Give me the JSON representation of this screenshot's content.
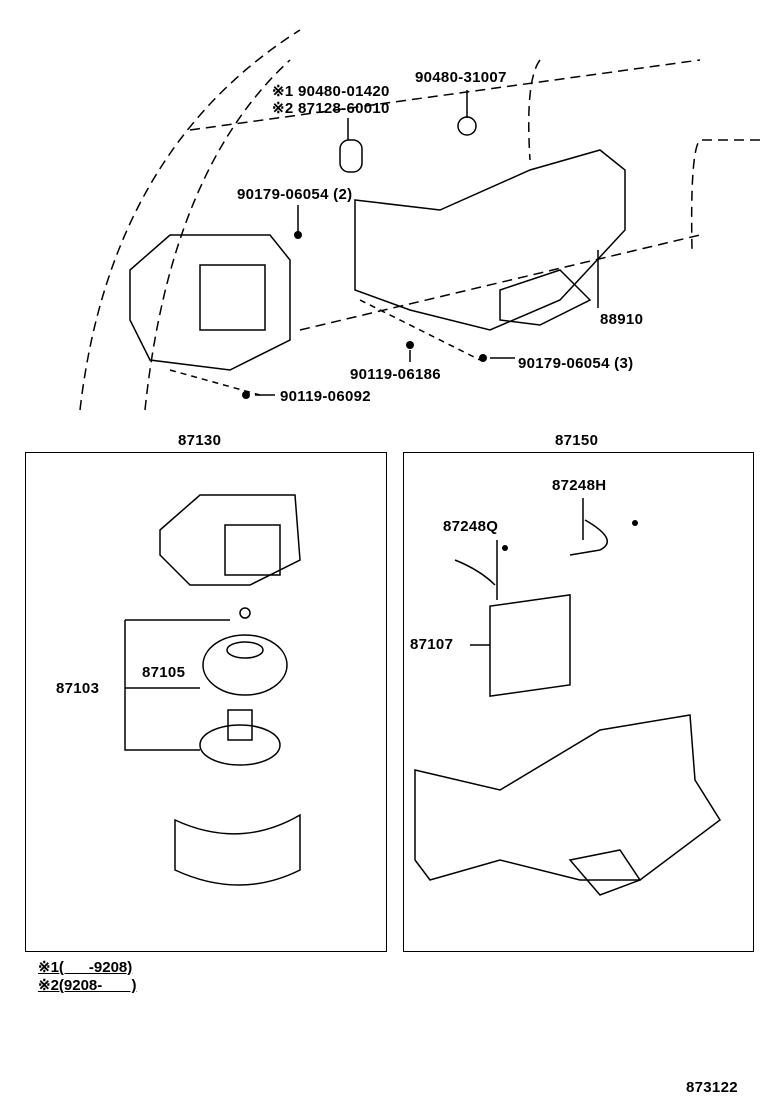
{
  "diagram": {
    "top": {
      "labels": {
        "grommet_variant_1": "※1 90480-01420",
        "grommet_variant_2": "※2 87128-60010",
        "grommet": "90480-31007",
        "nut_upper": "90179-06054 (2)",
        "air_duct": "88910",
        "screw_center": "90119-06186",
        "nut_lower": "90179-06054 (3)",
        "screw_lower": "90119-06092"
      }
    },
    "blower_assembly": {
      "title": "87130",
      "labels": {
        "motor_assy": "87103",
        "fan": "87105"
      }
    },
    "heater_unit": {
      "title": "87150",
      "labels": {
        "hose_h": "87248H",
        "hose_q": "87248Q",
        "core": "87107"
      }
    },
    "notes": {
      "note_1": "※1(      -9208)",
      "note_2": "※2(9208-       )"
    },
    "figure_number": "873122"
  }
}
